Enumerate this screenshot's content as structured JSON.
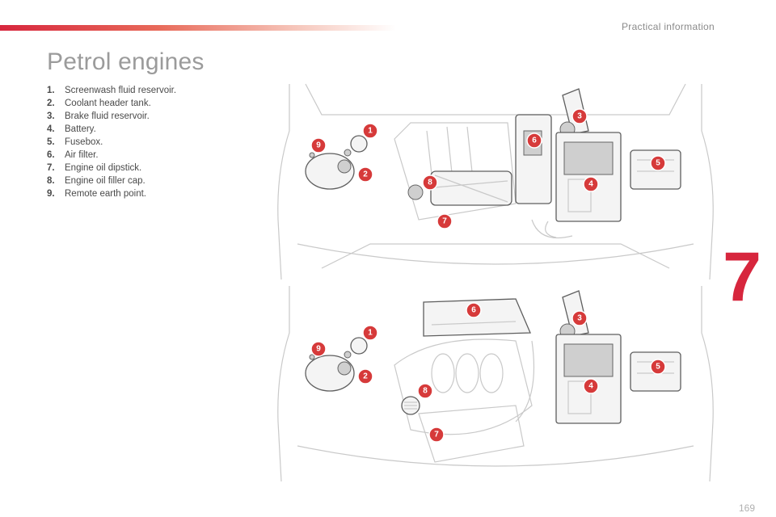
{
  "header": {
    "section": "Practical information"
  },
  "title": "Petrol engines",
  "legend": [
    {
      "num": "1.",
      "label": "Screenwash fluid reservoir."
    },
    {
      "num": "2.",
      "label": "Coolant header tank."
    },
    {
      "num": "3.",
      "label": "Brake fluid reservoir."
    },
    {
      "num": "4.",
      "label": "Battery."
    },
    {
      "num": "5.",
      "label": "Fusebox."
    },
    {
      "num": "6.",
      "label": "Air filter."
    },
    {
      "num": "7.",
      "label": "Engine oil dipstick."
    },
    {
      "num": "8.",
      "label": "Engine oil filler cap."
    },
    {
      "num": "9.",
      "label": "Remote earth point."
    }
  ],
  "chapter": "7",
  "page_number": "169",
  "callouts": [
    "1",
    "2",
    "3",
    "4",
    "5",
    "6",
    "7",
    "8",
    "9"
  ],
  "colors": {
    "accent": "#d7263d",
    "callout": "#d63a3a",
    "title": "#9b9b9b"
  }
}
